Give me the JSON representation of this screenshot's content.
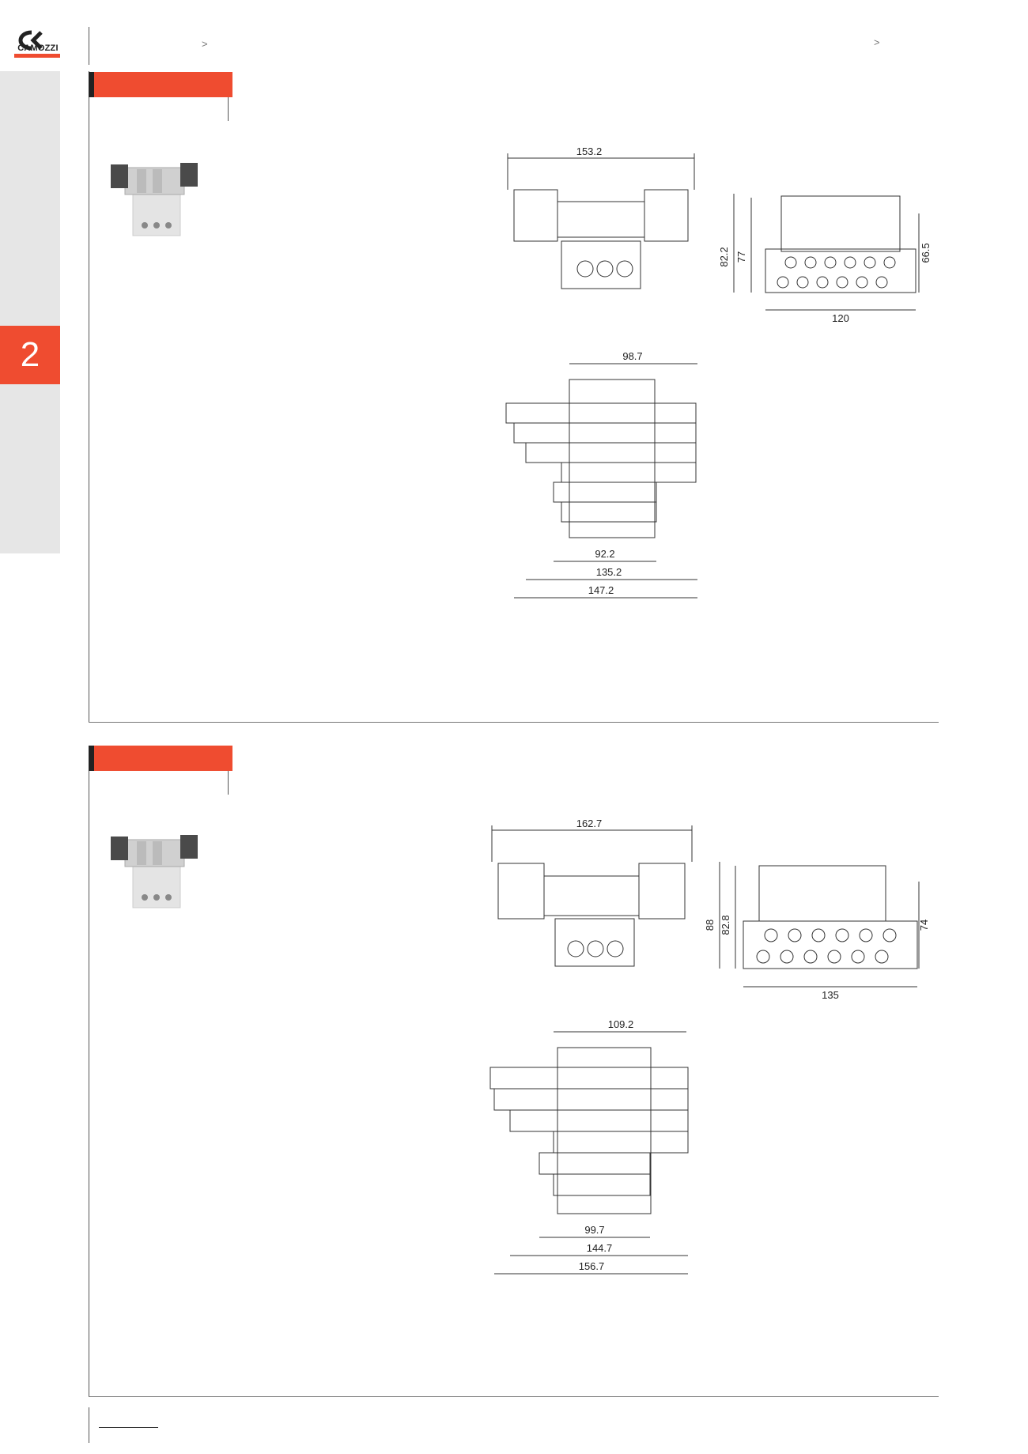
{
  "brand": {
    "name": "CAMOZZI",
    "accent": "#ef4c30"
  },
  "chapter": {
    "number": "2"
  },
  "breadcrumb": {
    "separator_left": ">",
    "separator_right": ">"
  },
  "section1": {
    "drawing_top": {
      "width_label": "153.2",
      "side_labels": [
        "82.2",
        "77",
        "66.5"
      ],
      "side_width_label": "120"
    },
    "drawing_plan": {
      "top_label": "98.7",
      "bottom_labels": [
        "92.2",
        "135.2",
        "147.2"
      ]
    }
  },
  "section2": {
    "drawing_top": {
      "width_label": "162.7",
      "side_labels": [
        "88",
        "82.8",
        "74"
      ],
      "side_width_label": "135"
    },
    "drawing_plan": {
      "top_label": "109.2",
      "bottom_labels": [
        "99.7",
        "144.7",
        "156.7"
      ]
    }
  }
}
